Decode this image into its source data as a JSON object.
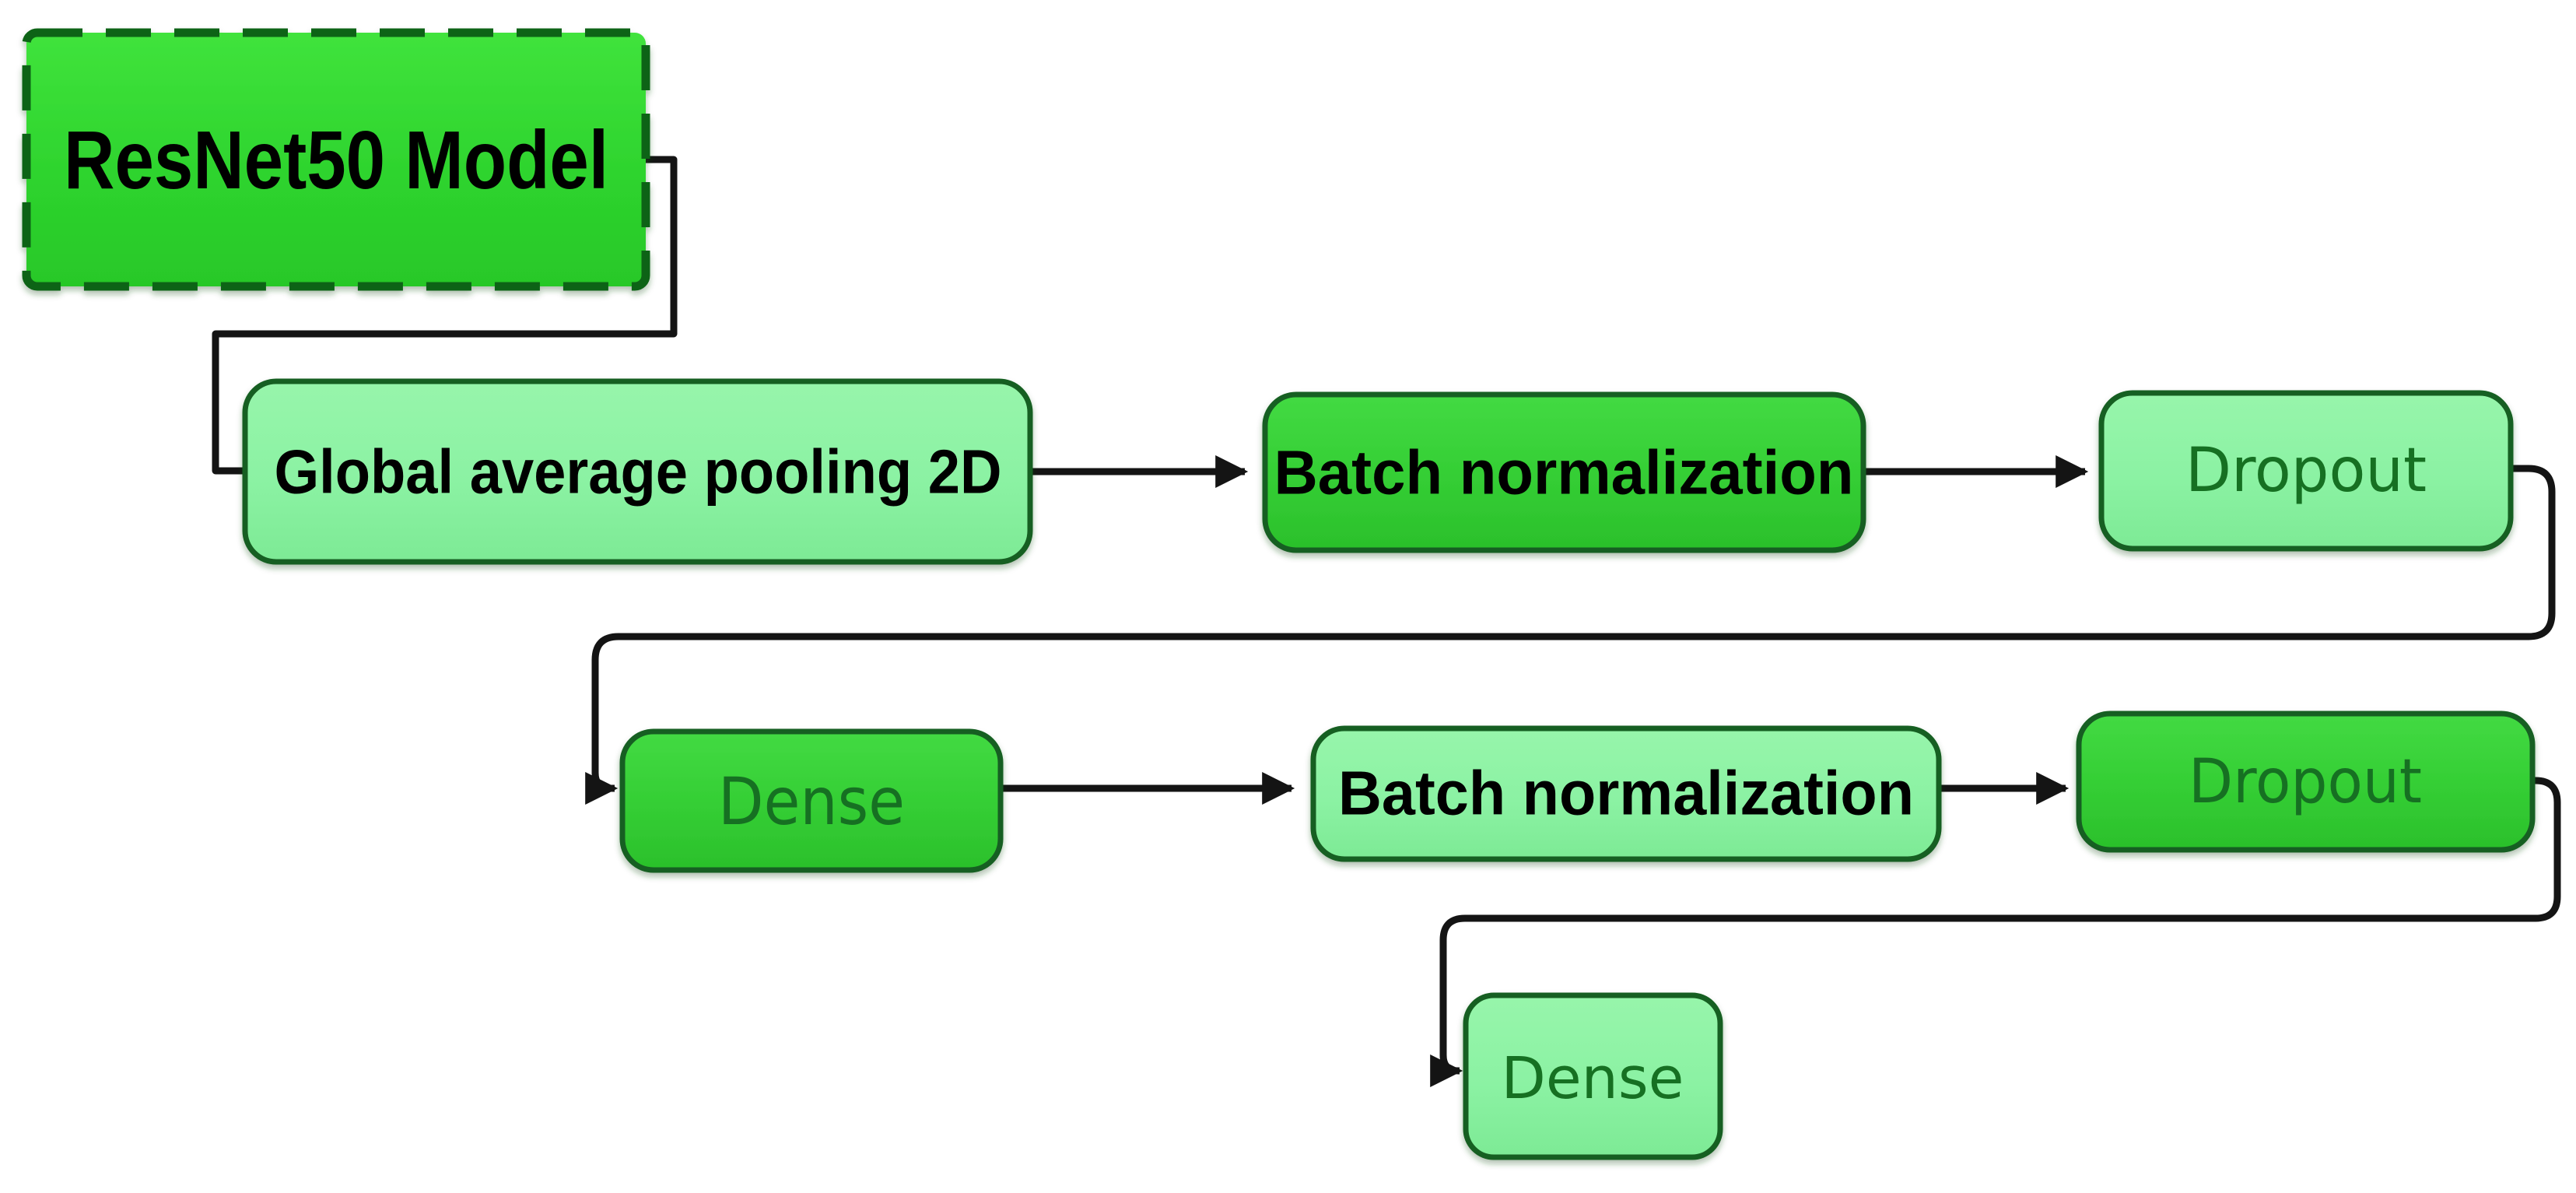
{
  "flowchart": {
    "nodes": {
      "resnet": {
        "label": "ResNet50 Model",
        "shape": "dashed-rectangle",
        "fill": "#2ed42e",
        "border_color": "#0d6414",
        "border_style": "dashed",
        "text_color": "#000000"
      },
      "gap": {
        "label": "Global average pooling 2D",
        "shape": "rounded-rectangle",
        "fill": "#8bf2a3",
        "border_color": "#175f20",
        "border_style": "solid",
        "text_color": "#000000"
      },
      "bn1": {
        "label": "Batch normalization",
        "shape": "rounded-rectangle",
        "fill": "#35cf35",
        "border_color": "#175f20",
        "border_style": "solid",
        "text_color": "#000000"
      },
      "dropout1": {
        "label": "Dropout",
        "shape": "rounded-rectangle",
        "fill": "#8bf2a3",
        "border_color": "#175f20",
        "border_style": "solid",
        "text_color": "#156f23"
      },
      "dense1": {
        "label": "Dense",
        "shape": "rounded-rectangle",
        "fill": "#35cf35",
        "border_color": "#175f20",
        "border_style": "solid",
        "text_color": "#156f23"
      },
      "bn2": {
        "label": "Batch normalization",
        "shape": "rounded-rectangle",
        "fill": "#8bf2a3",
        "border_color": "#175f20",
        "border_style": "solid",
        "text_color": "#000000"
      },
      "dropout2": {
        "label": "Dropout",
        "shape": "rounded-rectangle",
        "fill": "#35cf35",
        "border_color": "#175f20",
        "border_style": "solid",
        "text_color": "#156f23"
      },
      "dense2": {
        "label": "Dense",
        "shape": "rounded-rectangle",
        "fill": "#8bf2a3",
        "border_color": "#175f20",
        "border_style": "solid",
        "text_color": "#156f23"
      }
    },
    "connections": [
      {
        "from": "resnet",
        "to": "gap",
        "arrowhead": false
      },
      {
        "from": "gap",
        "to": "bn1",
        "arrowhead": true
      },
      {
        "from": "bn1",
        "to": "dropout1",
        "arrowhead": true
      },
      {
        "from": "dropout1",
        "to": "dense1",
        "arrowhead": true
      },
      {
        "from": "dense1",
        "to": "bn2",
        "arrowhead": true
      },
      {
        "from": "bn2",
        "to": "dropout2",
        "arrowhead": true
      },
      {
        "from": "dropout2",
        "to": "dense2",
        "arrowhead": true
      }
    ],
    "colors": {
      "bright_green": "#35cf35",
      "light_green": "#8bf2a3",
      "vivid_green": "#2ed42e",
      "dark_green_border": "#175f20",
      "dashed_border_green": "#0d6414",
      "connector_black": "#141414",
      "label_black": "#000000",
      "label_green": "#156f23",
      "background": "#ffffff"
    }
  }
}
